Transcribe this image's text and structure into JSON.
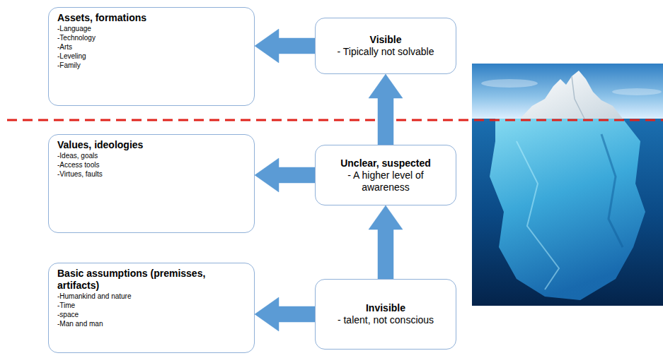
{
  "diagram": {
    "nodes": [
      {
        "text": [
          "Assets, formations",
          "-Language",
          "-Technology",
          "-Arts",
          "-Leveling",
          "-Family"
        ]
      },
      {
        "text": [
          "Visible",
          "- Tipically not solvable"
        ]
      },
      {
        "text": [
          "Values, ideologies",
          "-Ideas, goals",
          "-Access tools",
          "-Virtues, faults"
        ]
      },
      {
        "text": [
          "Unclear, suspected",
          "- A higher level of awareness"
        ]
      },
      {
        "text": [
          "Basic assumptions (premisses, artifacts)",
          "-Humankind and nature",
          "-Time",
          "-space",
          "-Man and man"
        ]
      },
      {
        "text": [
          "Invisible",
          "- talent, not conscious"
        ]
      }
    ],
    "edges": [
      {
        "from": 1,
        "to": 0,
        "arrow": "to"
      },
      {
        "from": 3,
        "to": 2,
        "arrow": "to"
      },
      {
        "from": 5,
        "to": 4,
        "arrow": "to"
      },
      {
        "from": 5,
        "to": 3,
        "arrow": "to"
      },
      {
        "from": 3,
        "to": 1,
        "arrow": "to"
      }
    ]
  }
}
